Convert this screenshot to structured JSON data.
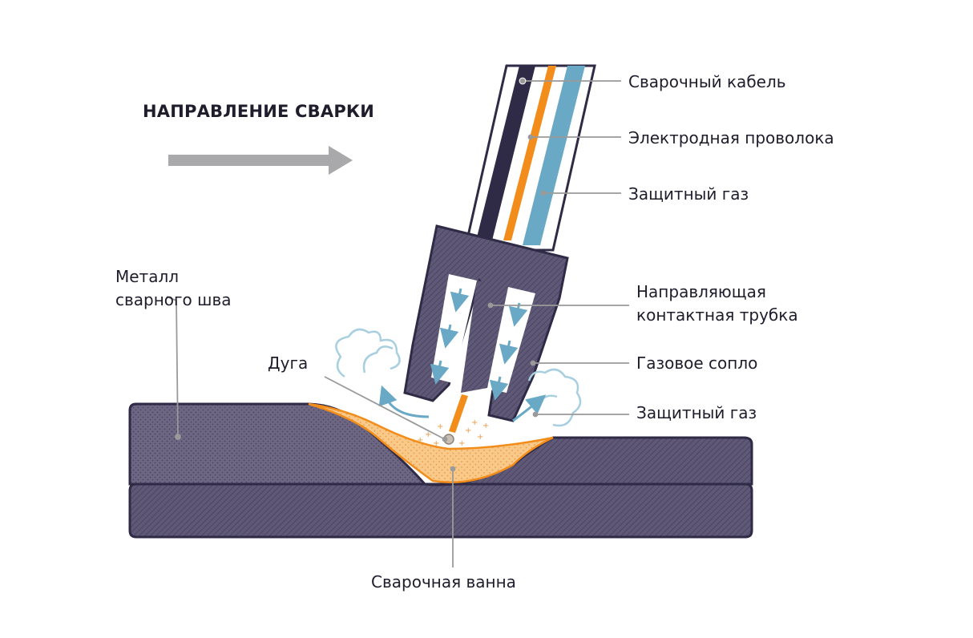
{
  "title": "НАПРАВЛЕНИЕ СВАРКИ",
  "labels": {
    "welding_cable": "Сварочный кабель",
    "electrode_wire": "Электродная проволока",
    "shielding_gas_top": "Защитный газ",
    "contact_tube_line1": "Направляющая",
    "contact_tube_line2": "контактная трубка",
    "gas_nozzle": "Газовое сопло",
    "shielding_gas_bottom": "Защитный газ",
    "weld_metal_line1": "Металл",
    "weld_metal_line2": "сварного шва",
    "arc": "Дуга",
    "weld_pool": "Сварочная ванна"
  },
  "colors": {
    "metal": "#6d6783",
    "metal_outline": "#2f2a45",
    "cable": "#2f2a45",
    "electrode": "#f28c1a",
    "gas": "#6aa9c6",
    "weld_pool": "#f9c98a",
    "arrow": "#a9a9ab",
    "leader_line": "#9a9a9a"
  }
}
